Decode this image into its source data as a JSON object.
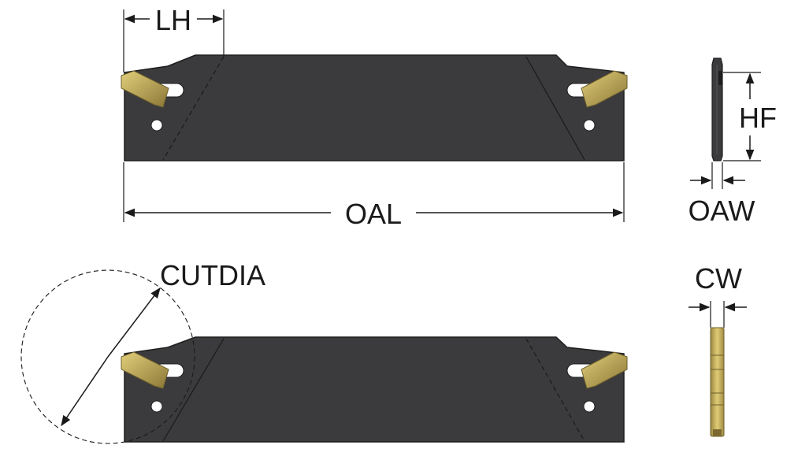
{
  "labels": {
    "lh": "LH",
    "oal": "OAL",
    "hf": "HF",
    "oaw": "OAW",
    "cutdia": "CUTDIA",
    "cw": "CW"
  },
  "colors": {
    "blade": "#3b3b3d",
    "blade_edge": "#1e1e1e",
    "insert": "#b5a055",
    "insert_dark": "#7a6a32",
    "insert_light": "#e2cf7a",
    "line": "#1a1a1a"
  }
}
